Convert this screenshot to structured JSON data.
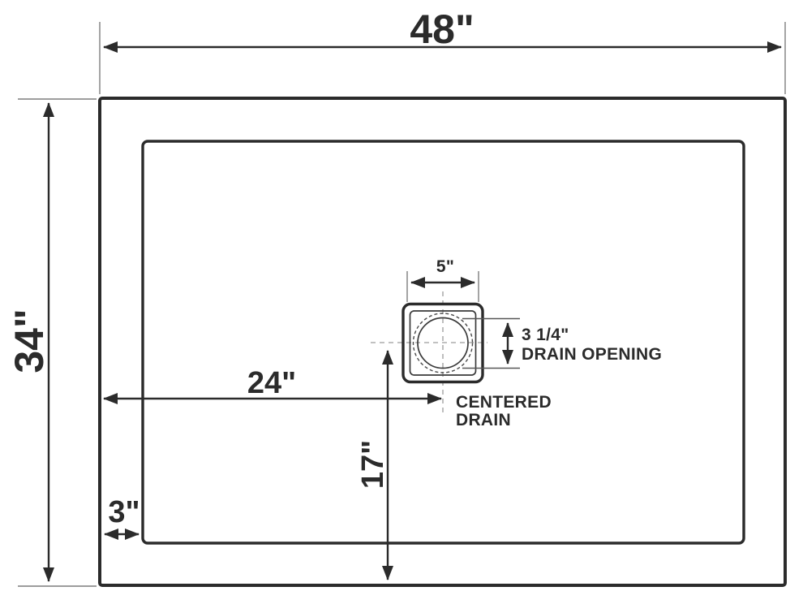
{
  "diagram": {
    "name": "shower-base-top-view-dimension-drawing",
    "colors": {
      "line": "#2b2b2b",
      "extension": "#7d7d7d",
      "centerline": "#9c9c9c",
      "text": "#2b2b2b",
      "background": "#ffffff"
    },
    "labels": {
      "overall_width": "48\"",
      "overall_depth": "34\"",
      "drain_center_from_left": "24\"",
      "drain_center_from_bottom": "17\"",
      "ledge_inset": "3\"",
      "drain_flange_width": "5\"",
      "drain_opening_size": "3 1/4\"",
      "drain_opening_caption": "DRAIN OPENING",
      "drain_note_line1": "CENTERED",
      "drain_note_line2": "DRAIN"
    }
  }
}
